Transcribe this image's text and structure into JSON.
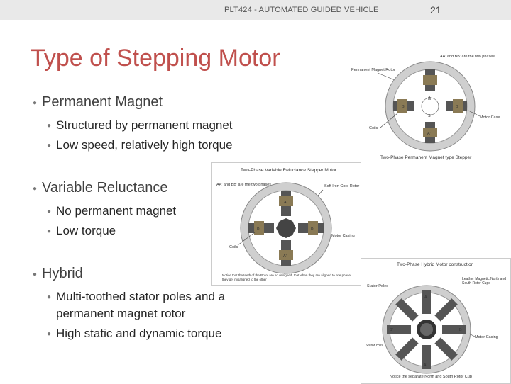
{
  "header": {
    "course_title": "PLT424 - AUTOMATED GUIDED VEHICLE",
    "page_number": "21"
  },
  "slide": {
    "title": "Type of Stepping Motor",
    "sections": [
      {
        "heading": "Permanent Magnet",
        "points": [
          "Structured by permanent magnet",
          "Low speed, relatively high torque"
        ]
      },
      {
        "heading": "Variable Reluctance",
        "points": [
          "No permanent magnet",
          "Low torque"
        ]
      },
      {
        "heading": "Hybrid",
        "points": [
          "Multi-toothed stator poles and a",
          "permanent magnet rotor",
          "High static and dynamic torque"
        ]
      }
    ]
  },
  "figures": {
    "pm": {
      "caption": "Two-Phase Permanent Magnet type Stepper",
      "label_phases": "AA' and BB' are the two phases",
      "label_rotor": "Permanent Magnet Rotor",
      "label_case": "Motor Case",
      "label_coils": "Coils",
      "poles": {
        "top": "A",
        "bottom": "A'",
        "left": "B'",
        "right": "B"
      },
      "rotor_n": "N",
      "rotor_s": "S"
    },
    "vr": {
      "title": "Two-Phase Variable Reluctance Stepper Motor",
      "label_phases": "AA' and BB' are the two phases",
      "label_core": "Soft Iron Core Rotor",
      "label_casing": "Motor Casing",
      "label_coils": "Coils",
      "poles": {
        "top": "A",
        "bottom": "A'",
        "left": "B'",
        "right": "B"
      },
      "note": "Notice that the teeth of the Rotor are so designed, that when they are aligned to one phase, they get misaligned to the other"
    },
    "hybrid": {
      "title": "Two-Phase Hybrid Motor construction",
      "label_poles": "Stator Poles",
      "label_rotor": "Leather Magnetic North and South Rotor Cups",
      "label_case": "Motor Casing",
      "label_coils": "Stator coils",
      "caption": "Notice the separate North and South Rotor Cup",
      "pole_labels": [
        "A",
        "B",
        "A'",
        "B'"
      ]
    }
  }
}
